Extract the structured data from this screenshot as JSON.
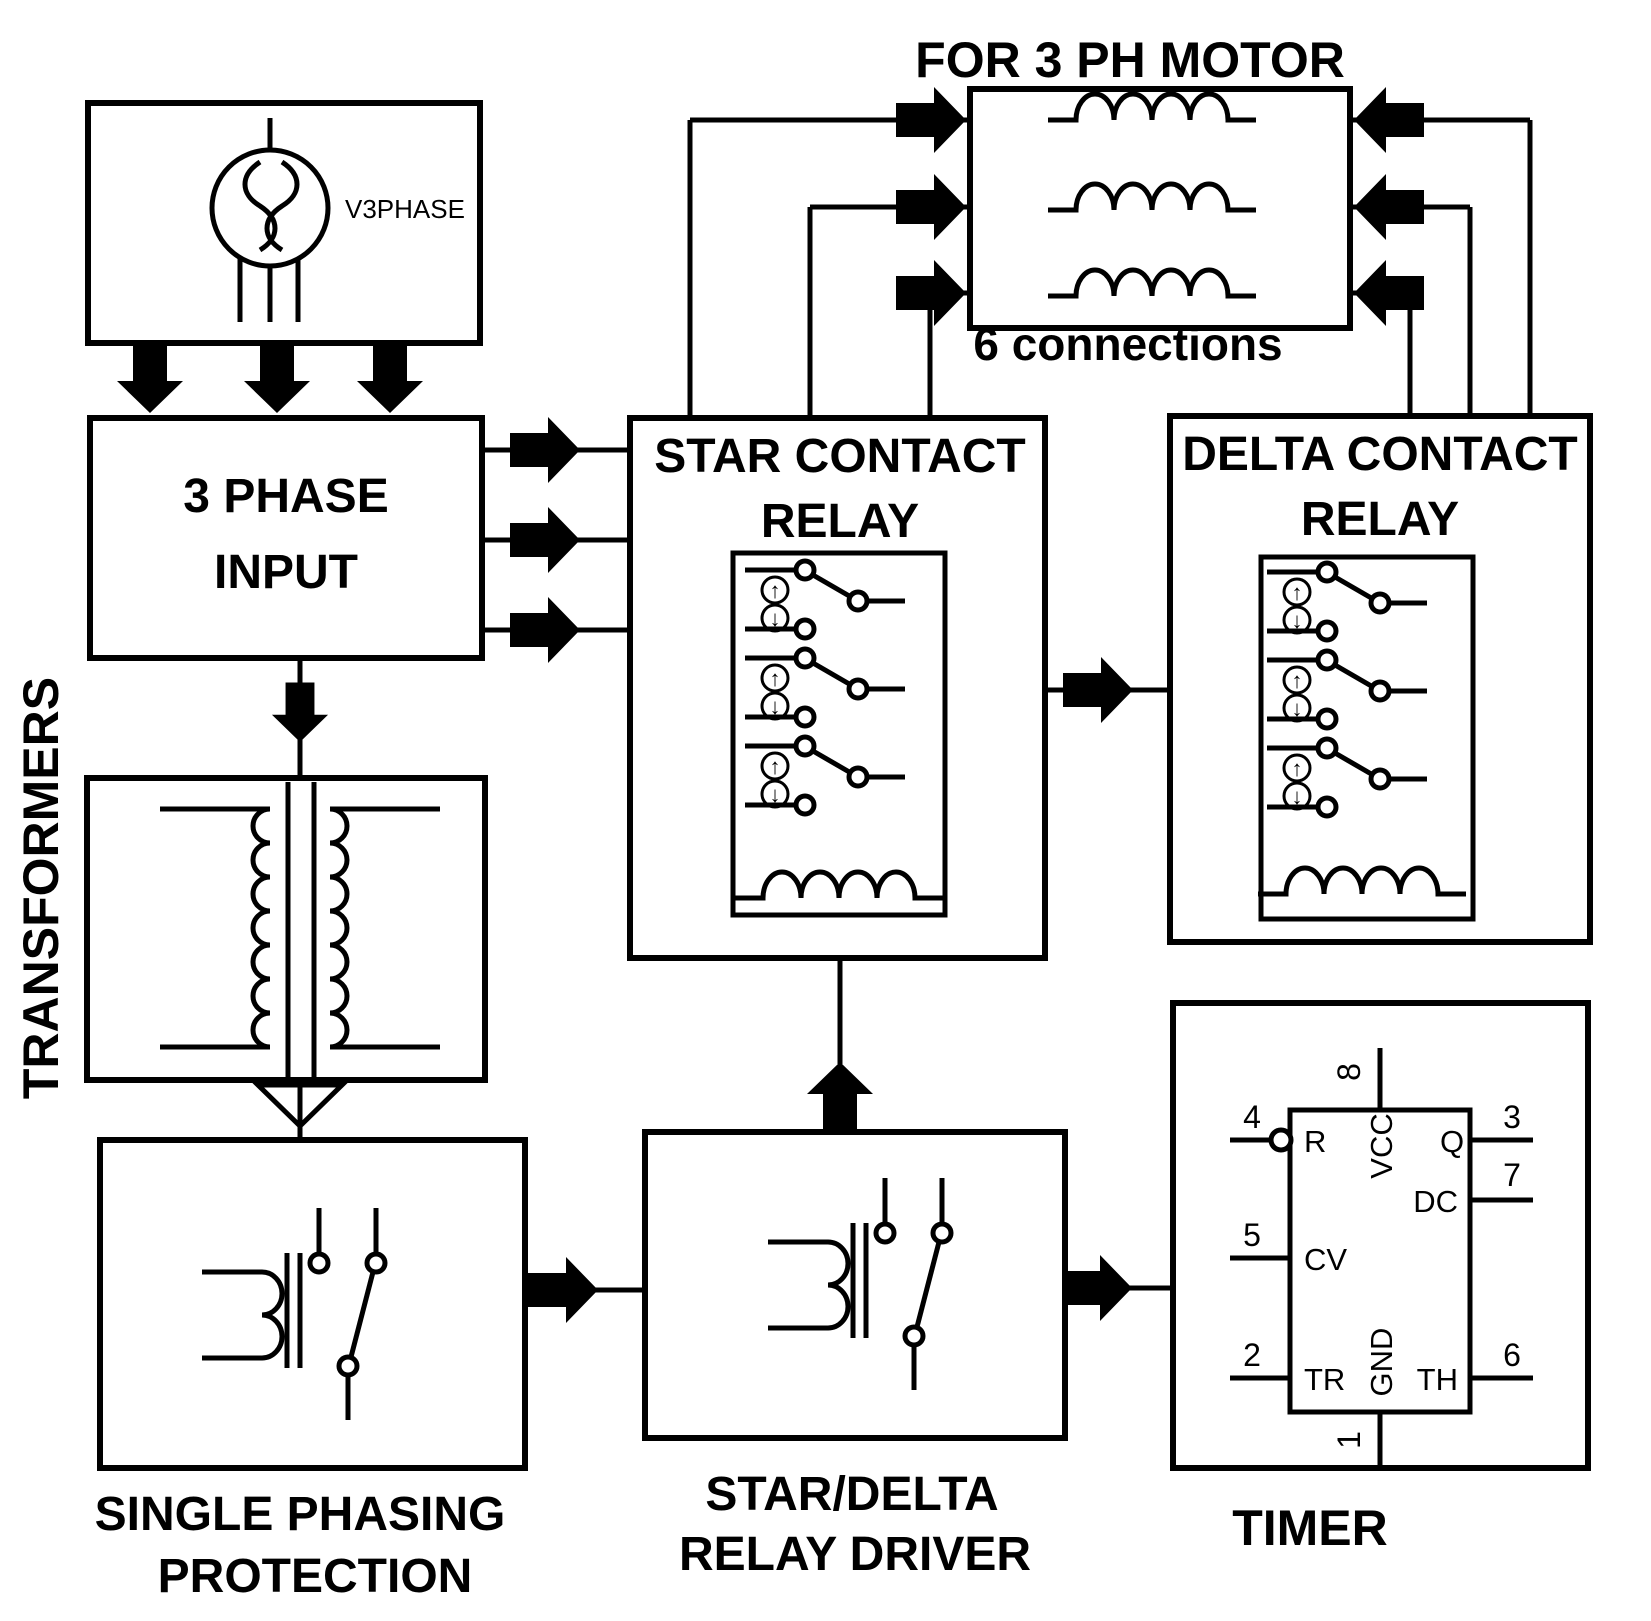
{
  "colors": {
    "ink": "#000000",
    "paper": "#ffffff"
  },
  "icons": {
    "up_arrow": "↑",
    "down_arrow": "↓"
  },
  "nodes": {
    "source": {
      "label": "V3PHASE"
    },
    "input": {
      "line1": "3 PHASE",
      "line2": "INPUT"
    },
    "transformers": {
      "label": "TRANSFORMERS"
    },
    "protection": {
      "line1": "SINGLE PHASING",
      "line2": "PROTECTION"
    },
    "star_relay": {
      "line1": "STAR CONTACT",
      "line2": "RELAY"
    },
    "delta_relay": {
      "line1": "DELTA CONTACT",
      "line2": "RELAY"
    },
    "motor": {
      "title": "FOR 3 PH MOTOR",
      "subtitle": "6 connections"
    },
    "driver": {
      "line1": "STAR/DELTA",
      "line2": "RELAY DRIVER"
    },
    "timer": {
      "label": "TIMER",
      "pin_names": {
        "r": "R",
        "vcc": "VCC",
        "q": "Q",
        "dc": "DC",
        "cv": "CV",
        "gnd": "GND",
        "tr": "TR",
        "th": "TH"
      },
      "pin_numbers": {
        "p1": "1",
        "p2": "2",
        "p3": "3",
        "p4": "4",
        "p5": "5",
        "p6": "6",
        "p7": "7",
        "p8": "8"
      }
    }
  }
}
